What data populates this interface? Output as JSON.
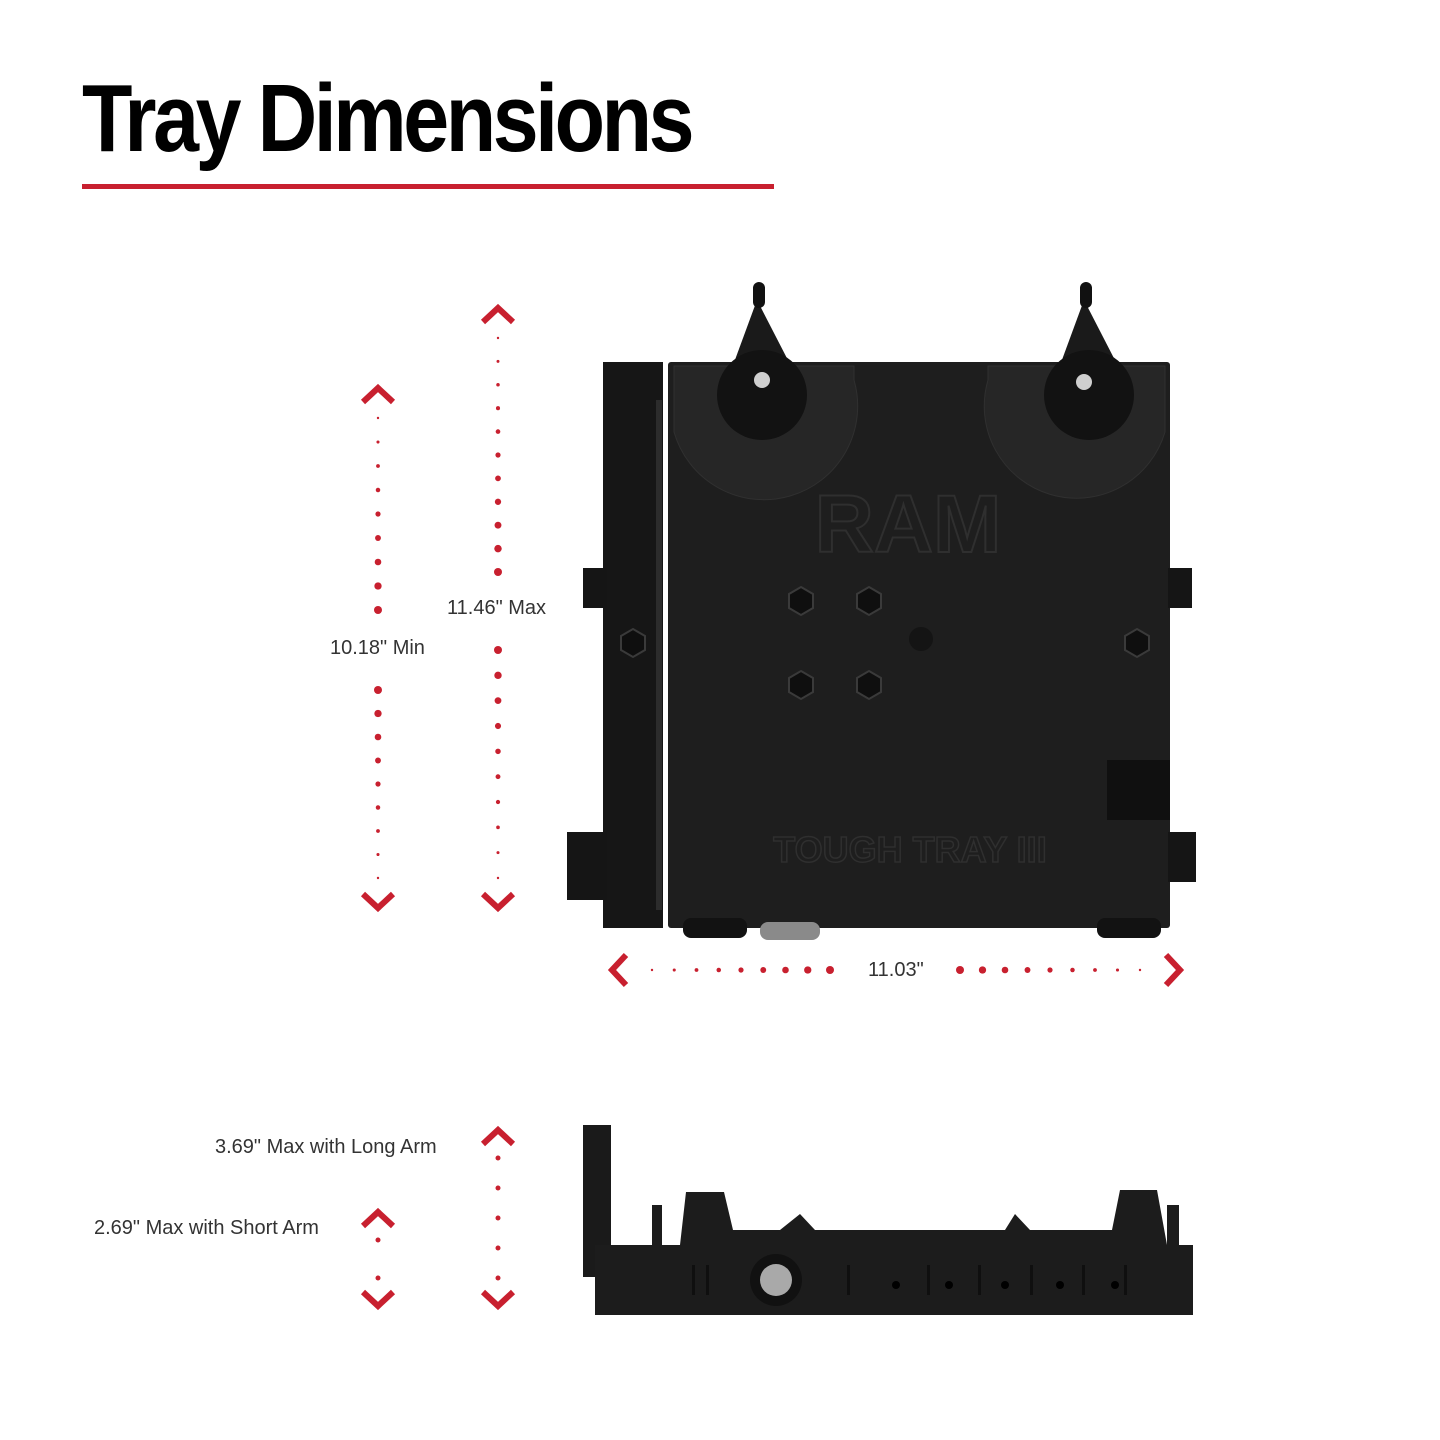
{
  "title": "Tray Dimensions",
  "colors": {
    "accent": "#c8202f",
    "product": "#1a1a1a",
    "text": "#333333"
  },
  "dimensions": {
    "min_height": "10.18\" Min",
    "max_height": "11.46\" Max",
    "width": "11.03\"",
    "long_arm": "3.69\" Max with Long Arm",
    "short_arm": "2.69\" Max with Short Arm"
  },
  "product": {
    "logo": "RAM",
    "embossed_name": "TOUGH TRAY III"
  }
}
